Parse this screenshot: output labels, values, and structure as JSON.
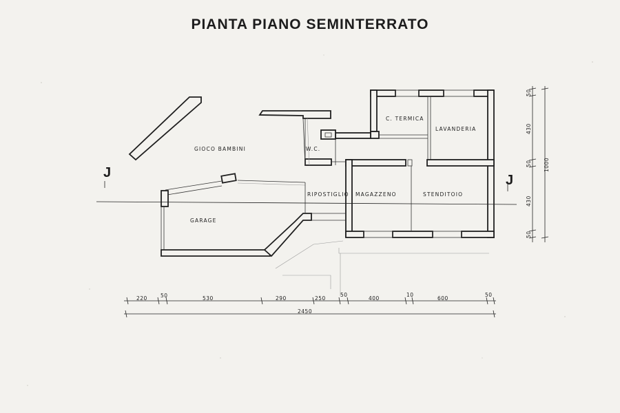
{
  "title": "PIANTA PIANO SEMINTERRATO",
  "rooms": {
    "gioco_bambini": "GIOCO BAMBINI",
    "wc": "W.C.",
    "c_termica": "C. TERMICA",
    "lavanderia": "LAVANDERIA",
    "ripostiglio": "RIPOSTIGLIO",
    "magazzeno": "MAGAZZENO",
    "stenditoio": "STENDITOIO",
    "garage": "GARAGE"
  },
  "section_marks": {
    "left": "J",
    "right": "J"
  },
  "dimensions_horizontal": {
    "d1": "220",
    "d2": "50",
    "d3": "530",
    "d4": "290",
    "d5": "250",
    "d6": "50",
    "d7": "400",
    "d8": "10",
    "d9": "600",
    "d10": "50",
    "total": "2450"
  },
  "dimensions_vertical": {
    "v1": "50",
    "v2": "430",
    "v3": "50",
    "v4": "430",
    "v5": "50",
    "total": "1000"
  }
}
